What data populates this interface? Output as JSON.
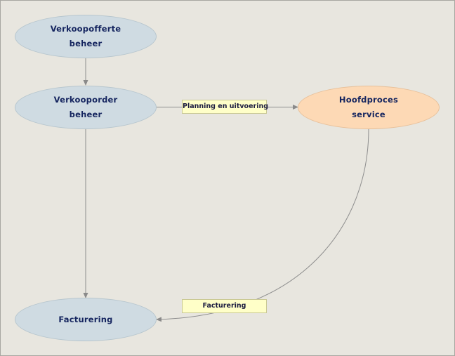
{
  "diagram": {
    "nodes": {
      "verkoopofferte": {
        "line1": "Verkoopofferte",
        "line2": "beheer"
      },
      "verkooporder": {
        "line1": "Verkooporder",
        "line2": "beheer"
      },
      "hoofdproces": {
        "line1": "Hoofdproces",
        "line2": "service"
      },
      "facturering": {
        "line1": "Facturering"
      }
    },
    "edge_labels": {
      "planning": "Planning en uitvoering",
      "facturering": "Facturering"
    },
    "colors": {
      "canvas": "#e8e6df",
      "node_blue": "#cfdbe2",
      "node_orange": "#fdd9b5",
      "label_bg": "#ffffc8",
      "text": "#15255f",
      "edge": "#8d8d8d"
    }
  }
}
